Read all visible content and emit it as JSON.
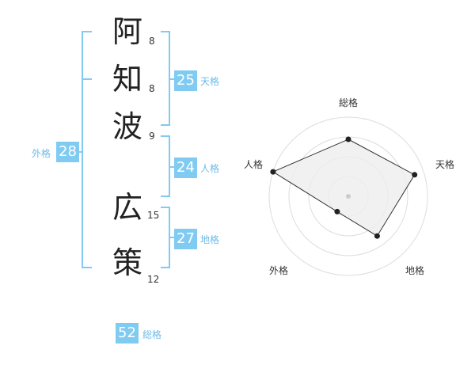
{
  "name": {
    "characters": [
      {
        "char": "阿",
        "strokes": "8"
      },
      {
        "char": "知",
        "strokes": "8"
      },
      {
        "char": "波",
        "strokes": "9"
      },
      {
        "char": "広",
        "strokes": "15"
      },
      {
        "char": "策",
        "strokes": "12"
      }
    ]
  },
  "fortunes": {
    "tenkaku": {
      "value": "25",
      "label": "天格"
    },
    "jinkaku": {
      "value": "24",
      "label": "人格"
    },
    "chikaku": {
      "value": "27",
      "label": "地格"
    },
    "gaikaku": {
      "value": "28",
      "label": "外格"
    },
    "soukaku": {
      "value": "52",
      "label": "総格"
    }
  },
  "colors": {
    "accent": "#80cbf2",
    "bracket": "#80cbf2",
    "radar_fill": "#eeeeee",
    "radar_line": "#333333"
  },
  "chart_data": {
    "type": "radar",
    "axes": [
      "総格",
      "天格",
      "地格",
      "外格",
      "人格"
    ],
    "values": [
      0.72,
      0.88,
      0.62,
      0.24,
      1.0
    ],
    "range": [
      0,
      1
    ],
    "rings": 4
  }
}
